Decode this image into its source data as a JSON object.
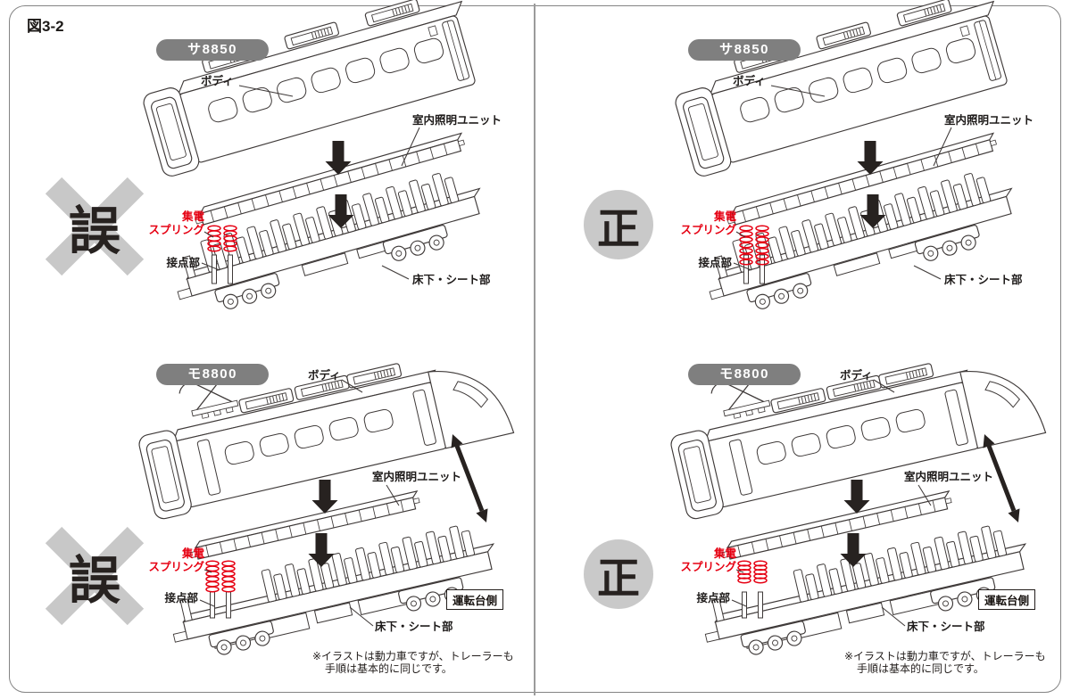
{
  "figure": {
    "label": "図3-2"
  },
  "colors": {
    "accent_red": "#e60012",
    "badge_gray": "#7f7f7f",
    "mark_gray": "#c8c8c8",
    "line": "#3f3a39",
    "ink": "#272220"
  },
  "marks": {
    "wrong": "誤",
    "correct": "正"
  },
  "panels": [
    {
      "id": "top-left",
      "model_badge": "サ8850",
      "mark": "wrong",
      "labels": {
        "body": "ボディ",
        "lighting_unit": "室内照明ユニット",
        "spring_line1": "集電",
        "spring_line2": "スプリング",
        "contact": "接点部",
        "underfloor": "床下・シート部"
      }
    },
    {
      "id": "top-right",
      "model_badge": "サ8850",
      "mark": "correct",
      "labels": {
        "body": "ボディ",
        "lighting_unit": "室内照明ユニット",
        "spring_line1": "集電",
        "spring_line2": "スプリング",
        "contact": "接点部",
        "underfloor": "床下・シート部"
      }
    },
    {
      "id": "bottom-left",
      "model_badge": "モ8800",
      "mark": "wrong",
      "labels": {
        "body": "ボディ",
        "lighting_unit": "室内照明ユニット",
        "spring_line1": "集電",
        "spring_line2": "スプリング",
        "contact": "接点部",
        "underfloor": "床下・シート部",
        "cab_side": "運転台側"
      },
      "note": {
        "line1": "※イラストは動力車ですが、トレーラーも",
        "line2": "手順は基本的に同じです。"
      }
    },
    {
      "id": "bottom-right",
      "model_badge": "モ8800",
      "mark": "correct",
      "labels": {
        "body": "ボディ",
        "lighting_unit": "室内照明ユニット",
        "spring_line1": "集電",
        "spring_line2": "スプリング",
        "contact": "接点部",
        "underfloor": "床下・シート部",
        "cab_side": "運転台側"
      },
      "note": {
        "line1": "※イラストは動力車ですが、トレーラーも",
        "line2": "手順は基本的に同じです。"
      }
    }
  ]
}
